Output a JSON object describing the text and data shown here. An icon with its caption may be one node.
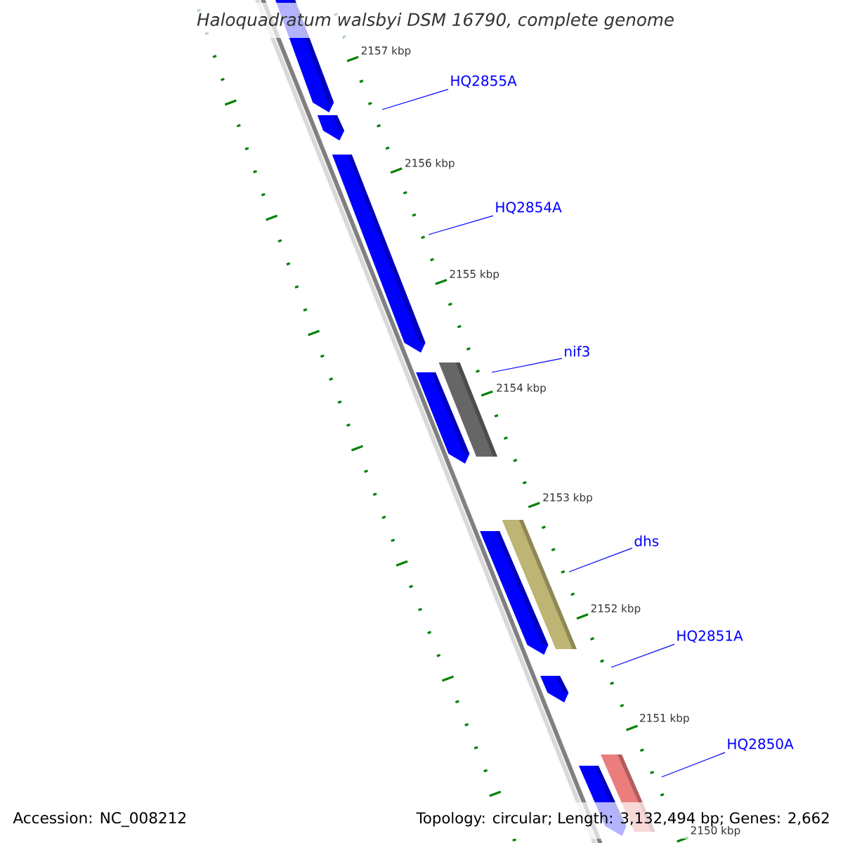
{
  "diagram": {
    "title": "Haloquadratum walsbyi DSM 16790, complete genome",
    "nodes": [
      {
        "text": [
          "HQ2855A"
        ]
      },
      {
        "text": [
          "HQ2854A"
        ]
      },
      {
        "text": [
          "nif3"
        ]
      },
      {
        "text": [
          "dhs"
        ]
      },
      {
        "text": [
          "HQ2851A"
        ]
      },
      {
        "text": [
          "HQ2850A"
        ]
      }
    ],
    "edges": [
      {
        "from": 0,
        "to": null,
        "arrow": "none"
      },
      {
        "from": 1,
        "to": null,
        "arrow": "none"
      },
      {
        "from": 2,
        "to": null,
        "arrow": "none"
      },
      {
        "from": 3,
        "to": null,
        "arrow": "none"
      },
      {
        "from": 4,
        "to": null,
        "arrow": "none"
      },
      {
        "from": 5,
        "to": null,
        "arrow": "none"
      }
    ],
    "labels": [
      "2157 kbp",
      "2156 kbp",
      "2155 kbp",
      "2154 kbp",
      "2153 kbp",
      "2152 kbp",
      "2151 kbp",
      "2150 kbp",
      "Accession: NC_008212",
      "Topology: circular; Length: 3,132,494 bp; Genes: 2,662"
    ]
  }
}
